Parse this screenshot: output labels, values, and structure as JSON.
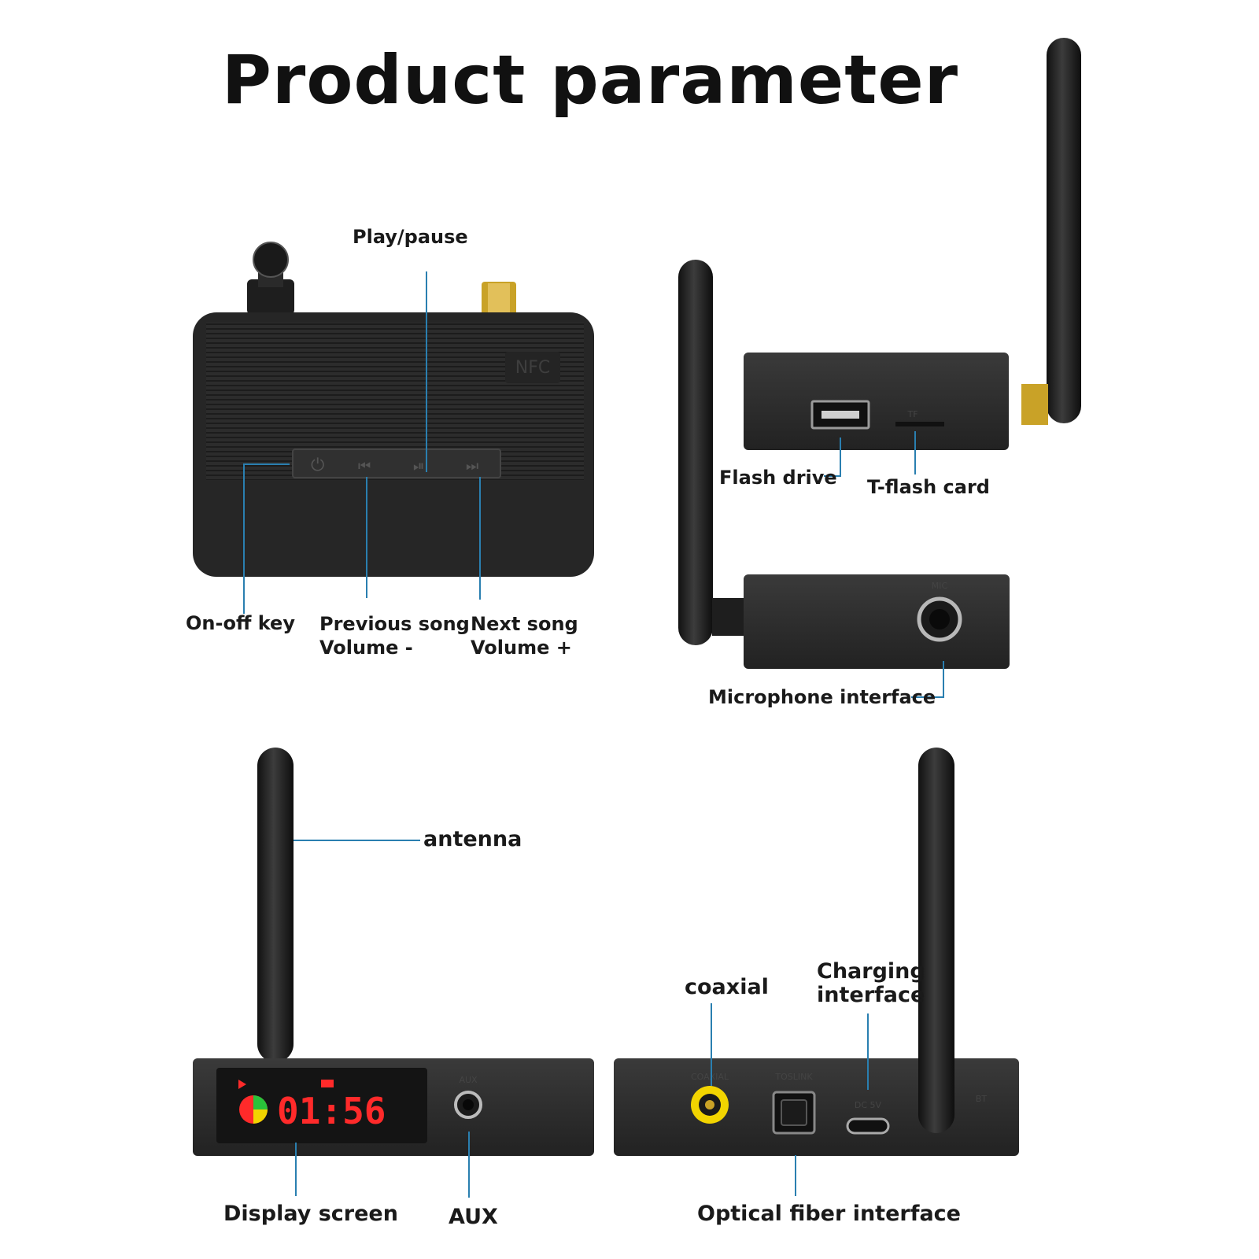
{
  "title": "Product parameter",
  "labels": {
    "play_pause": "Play/pause",
    "on_off_key": "On-off key",
    "previous_song": "Previous song",
    "volume_minus": "Volume -",
    "next_song": "Next song",
    "volume_plus": "Volume +",
    "flash_drive": "Flash drive",
    "t_flash_card": "T-flash card",
    "microphone_interface": "Microphone interface",
    "antenna": "antenna",
    "coaxial": "coaxial",
    "charging_interface_line1": "Charging",
    "charging_interface_line2": "interface",
    "display_screen": "Display screen",
    "aux": "AUX",
    "optical_fiber_interface": "Optical fiber interface"
  },
  "device_markings": {
    "nfc": "NFC",
    "tf": "TF",
    "mic": "MIC",
    "aux_port": "AUX",
    "coaxial_port": "COAXIAL",
    "toslink_port": "TOSLINK",
    "dc_port": "DC 5V",
    "bt": "BT",
    "display_time": "01:56"
  },
  "colors": {
    "leader_line": "#2a7fb0",
    "device_body": "#2b2b2b",
    "display_digits": "#ff2a2a",
    "coaxial_ring": "#f2d400"
  }
}
